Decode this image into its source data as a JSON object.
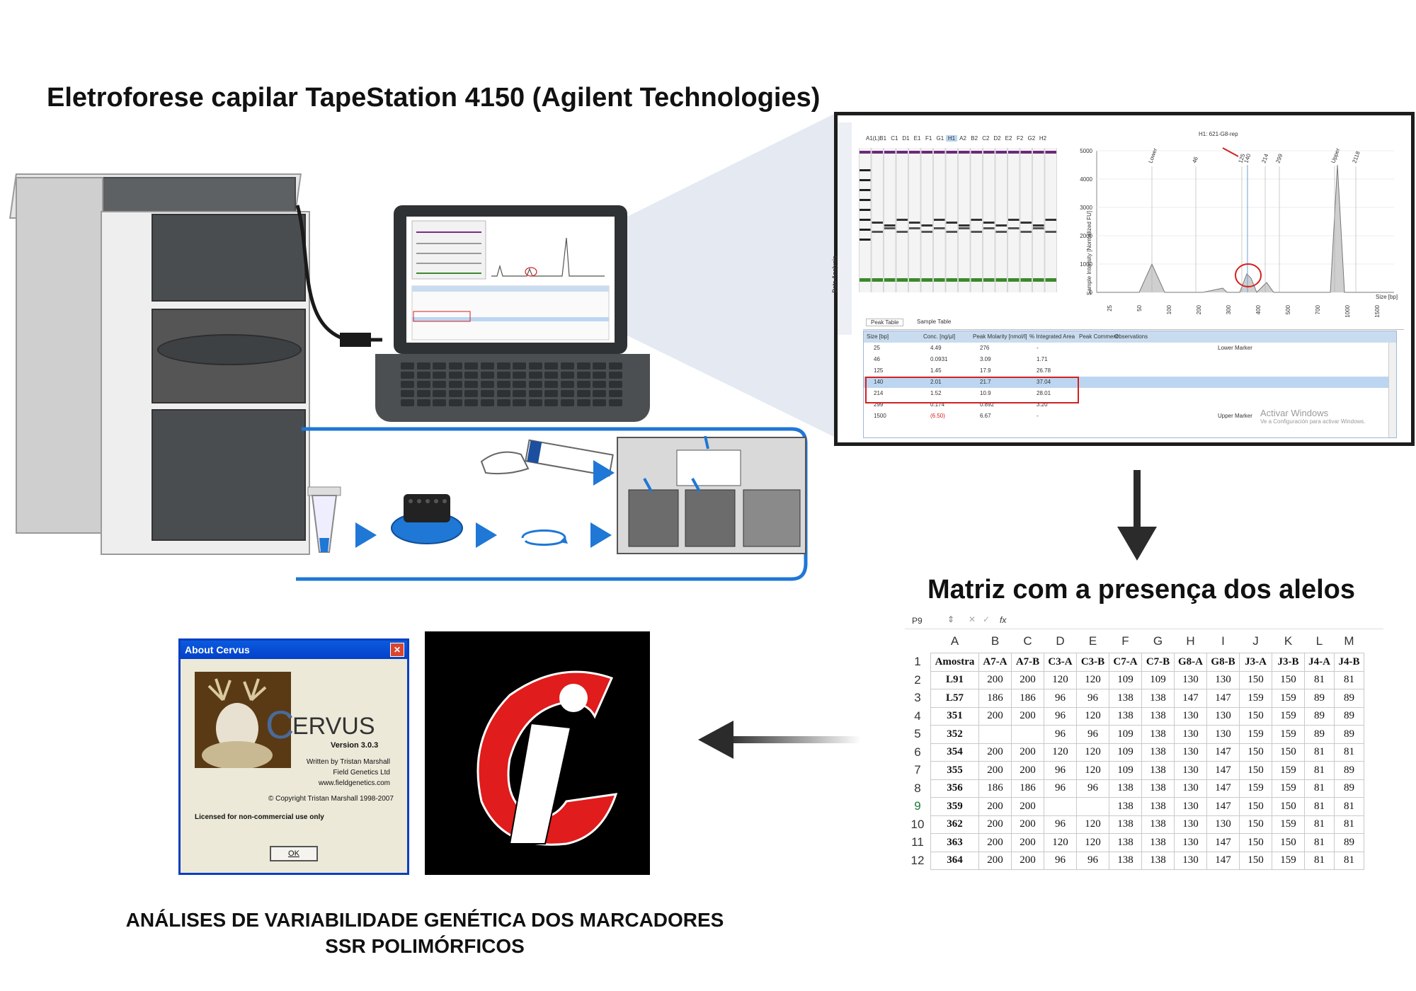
{
  "title_top": "Eletroforese capilar TapeStation 4150 (Agilent Technologies)",
  "title_matrix": "Matriz com a presença dos alelos",
  "title_bottom": [
    "ANÁLISES DE VARIABILIDADE GENÉTICA DOS MARCADORES",
    "SSR POLIMÓRFICOS"
  ],
  "software": {
    "lane_header": [
      "A1(L)",
      "B1",
      "C1",
      "D1",
      "E1",
      "F1",
      "G1",
      "H1",
      "A2",
      "B2",
      "C2",
      "D2",
      "E2",
      "F2",
      "G2",
      "H2"
    ],
    "side_tab": "Data Analysis",
    "plot_title": "H1: 621-G8-rep",
    "y_axis_label": "Sample Intensity [Normalized FU]",
    "y_ticks": [
      "5000",
      "4000",
      "3000",
      "2000",
      "1000",
      "0"
    ],
    "x_axis_label": "Size [bp]",
    "x_ticks": [
      "25",
      "50",
      "100",
      "200",
      "300",
      "400",
      "500",
      "700",
      "1000",
      "1500"
    ],
    "peak_labels": [
      "Lower",
      "46",
      "125",
      "140",
      "214",
      "299",
      "Upper",
      "2118"
    ],
    "tabs": [
      "Peak Table",
      "Sample Table"
    ],
    "columns": [
      "Size [bp]",
      "Conc. [ng/µl]",
      "Peak Molarity [nmol/l]",
      "% Integrated Area",
      "Peak Comment",
      "Observations"
    ],
    "rows": [
      [
        "25",
        "4.49",
        "276",
        "-",
        "",
        "Lower Marker"
      ],
      [
        "46",
        "0.0931",
        "3.09",
        "1.71",
        "",
        ""
      ],
      [
        "125",
        "1.45",
        "17.9",
        "26.78",
        "",
        ""
      ],
      [
        "140",
        "2.01",
        "21.7",
        "37.04",
        "",
        ""
      ],
      [
        "214",
        "1.52",
        "10.9",
        "28.01",
        "",
        ""
      ],
      [
        "299",
        "0.174",
        "0.892",
        "3.20",
        "",
        ""
      ],
      [
        "1500",
        "(6.50)",
        "6.67",
        "-",
        "",
        "Upper Marker"
      ]
    ],
    "watermark": [
      "Activar Windows",
      "Ve a Configuración para activar Windows."
    ]
  },
  "sheet": {
    "cell_ref": "P9",
    "fx": "fx",
    "columns": [
      "A",
      "B",
      "C",
      "D",
      "E",
      "F",
      "G",
      "H",
      "I",
      "J",
      "K",
      "L",
      "M"
    ],
    "header": [
      "Amostra",
      "A7-A",
      "A7-B",
      "C3-A",
      "C3-B",
      "C7-A",
      "C7-B",
      "G8-A",
      "G8-B",
      "J3-A",
      "J3-B",
      "J4-A",
      "J4-B"
    ],
    "rows": [
      [
        "L91",
        "200",
        "200",
        "120",
        "120",
        "109",
        "109",
        "130",
        "130",
        "150",
        "150",
        "81",
        "81"
      ],
      [
        "L57",
        "186",
        "186",
        "96",
        "96",
        "138",
        "138",
        "147",
        "147",
        "159",
        "159",
        "89",
        "89"
      ],
      [
        "351",
        "200",
        "200",
        "96",
        "120",
        "138",
        "138",
        "130",
        "130",
        "150",
        "159",
        "89",
        "89"
      ],
      [
        "352",
        "",
        "",
        "96",
        "96",
        "109",
        "138",
        "130",
        "130",
        "159",
        "159",
        "89",
        "89"
      ],
      [
        "354",
        "200",
        "200",
        "120",
        "120",
        "109",
        "138",
        "130",
        "147",
        "150",
        "150",
        "81",
        "81"
      ],
      [
        "355",
        "200",
        "200",
        "96",
        "120",
        "109",
        "138",
        "130",
        "147",
        "150",
        "159",
        "81",
        "89"
      ],
      [
        "356",
        "186",
        "186",
        "96",
        "96",
        "138",
        "138",
        "130",
        "147",
        "159",
        "159",
        "81",
        "89"
      ],
      [
        "359",
        "200",
        "200",
        "",
        "",
        "138",
        "138",
        "130",
        "147",
        "150",
        "150",
        "81",
        "81"
      ],
      [
        "362",
        "200",
        "200",
        "96",
        "120",
        "138",
        "138",
        "130",
        "130",
        "150",
        "159",
        "81",
        "81"
      ],
      [
        "363",
        "200",
        "200",
        "120",
        "120",
        "138",
        "138",
        "130",
        "147",
        "150",
        "150",
        "81",
        "89"
      ],
      [
        "364",
        "200",
        "200",
        "96",
        "96",
        "138",
        "138",
        "130",
        "147",
        "150",
        "159",
        "81",
        "81"
      ]
    ]
  },
  "cervus": {
    "window_title": "About Cervus",
    "name_first": "C",
    "name_rest": "ERVUS",
    "version": "Version 3.0.3",
    "credits": [
      "Written by Tristan Marshall",
      "Field Genetics Ltd",
      "www.fieldgenetics.com"
    ],
    "copyright": "© Copyright Tristan Marshall 1998-2007",
    "license": "Licensed for non-commercial use only",
    "ok": "OK"
  },
  "colors": {
    "accent_blue": "#1f77d6",
    "highlight_red": "#d42020",
    "selection": "#bcd6f1"
  }
}
